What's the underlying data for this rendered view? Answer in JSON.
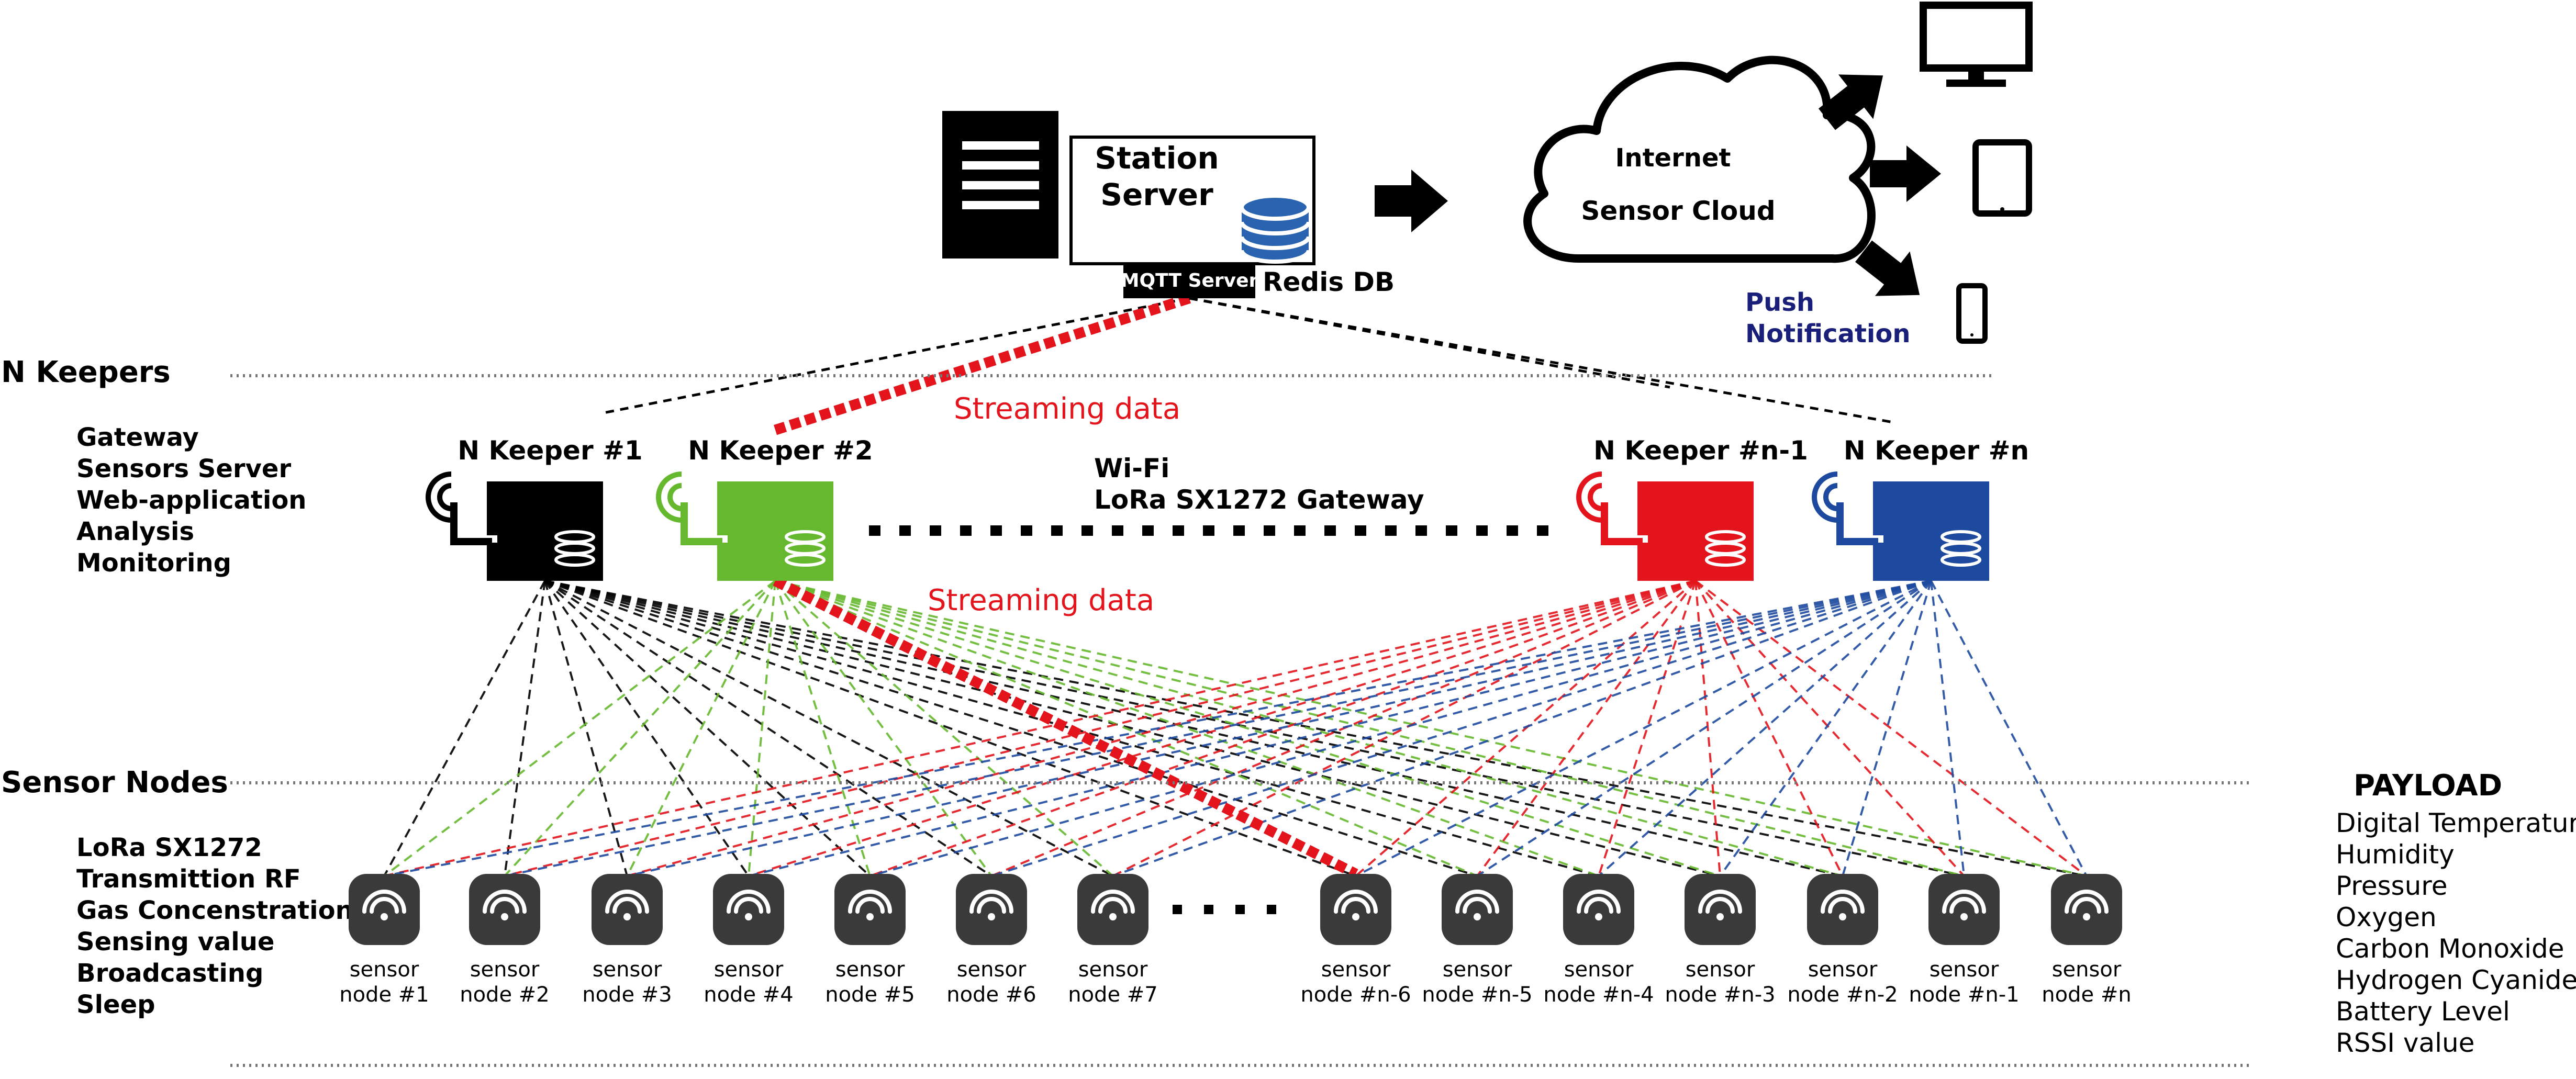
{
  "server": {
    "title_line1": "Station",
    "title_line2": "Server",
    "mqtt_label": "MQTT Server",
    "redis_label": "Redis DB"
  },
  "cloud": {
    "line1": "Internet",
    "line2": "Sensor Cloud"
  },
  "push": {
    "line1": "Push",
    "line2": "Notification"
  },
  "sections": {
    "keepers": "N Keepers",
    "nodes": "Sensor Nodes"
  },
  "keeper_roles": [
    "Gateway",
    "Sensors Server",
    "Web-application",
    "Analysis",
    "Monitoring"
  ],
  "streaming_top": "Streaming data",
  "streaming_bottom": "Streaming data",
  "link": {
    "line1": "Wi-Fi",
    "line2": "LoRa SX1272 Gateway"
  },
  "keepers": [
    {
      "label": "N Keeper #1",
      "color": "#000000"
    },
    {
      "label": "N Keeper #2",
      "color": "#66b82e"
    },
    {
      "label": "N Keeper #n-1",
      "color": "#e3141b"
    },
    {
      "label": "N Keeper #n",
      "color": "#1d4a9f"
    }
  ],
  "node_features": [
    "LoRa SX1272",
    "Transmittion RF",
    "Gas Concenstration",
    "Sensing value",
    "Broadcasting",
    "Sleep"
  ],
  "nodes": [
    {
      "line1": "sensor",
      "line2": "node #1"
    },
    {
      "line1": "sensor",
      "line2": "node #2"
    },
    {
      "line1": "sensor",
      "line2": "node #3"
    },
    {
      "line1": "sensor",
      "line2": "node #4"
    },
    {
      "line1": "sensor",
      "line2": "node #5"
    },
    {
      "line1": "sensor",
      "line2": "node #6"
    },
    {
      "line1": "sensor",
      "line2": "node #7"
    },
    {
      "line1": "sensor",
      "line2": "node #n-6"
    },
    {
      "line1": "sensor",
      "line2": "node #n-5"
    },
    {
      "line1": "sensor",
      "line2": "node #n-4"
    },
    {
      "line1": "sensor",
      "line2": "node #n-3"
    },
    {
      "line1": "sensor",
      "line2": "node #n-2"
    },
    {
      "line1": "sensor",
      "line2": "node #n-1"
    },
    {
      "line1": "sensor",
      "line2": "node #n"
    }
  ],
  "payload": {
    "title": "PAYLOAD",
    "items": [
      "Digital Temperature",
      "Humidity",
      "Pressure",
      "Oxygen",
      "Carbon Monoxide",
      "Hydrogen Cyanide",
      "Battery Level",
      "RSSI value"
    ]
  },
  "colors": {
    "black": "#000000",
    "green": "#66b82e",
    "red": "#e3141b",
    "blue": "#1d4a9f",
    "navy": "#1a1f7a",
    "db_blue": "#2a63b0",
    "node_fill": "#3a3a3a"
  }
}
